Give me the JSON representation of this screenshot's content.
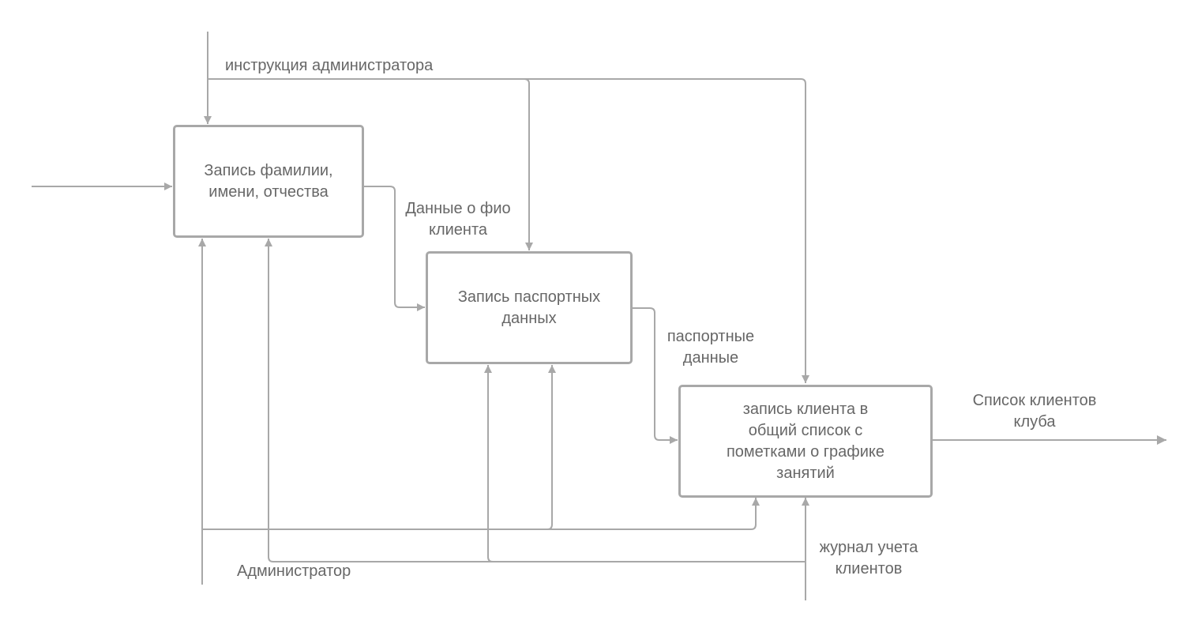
{
  "colors": {
    "line": "#a8a8a8",
    "text": "#676767",
    "background": "#ffffff"
  },
  "boxes": {
    "fio": "Запись фамилии,\nимени, отчества",
    "passport": "Запись паспортных\nданных",
    "list": "запись клиента в\nобщий список с\nпометками о графике\nзанятий"
  },
  "labels": {
    "admin_instruction": "инструкция администратора",
    "fio_data": "Данные о фио\nклиента",
    "passport_data": "паспортные\nданные",
    "client_list": "Список клиентов\nклуба",
    "administrator": "Администратор",
    "journal": "журнал учета\nклиентов"
  }
}
